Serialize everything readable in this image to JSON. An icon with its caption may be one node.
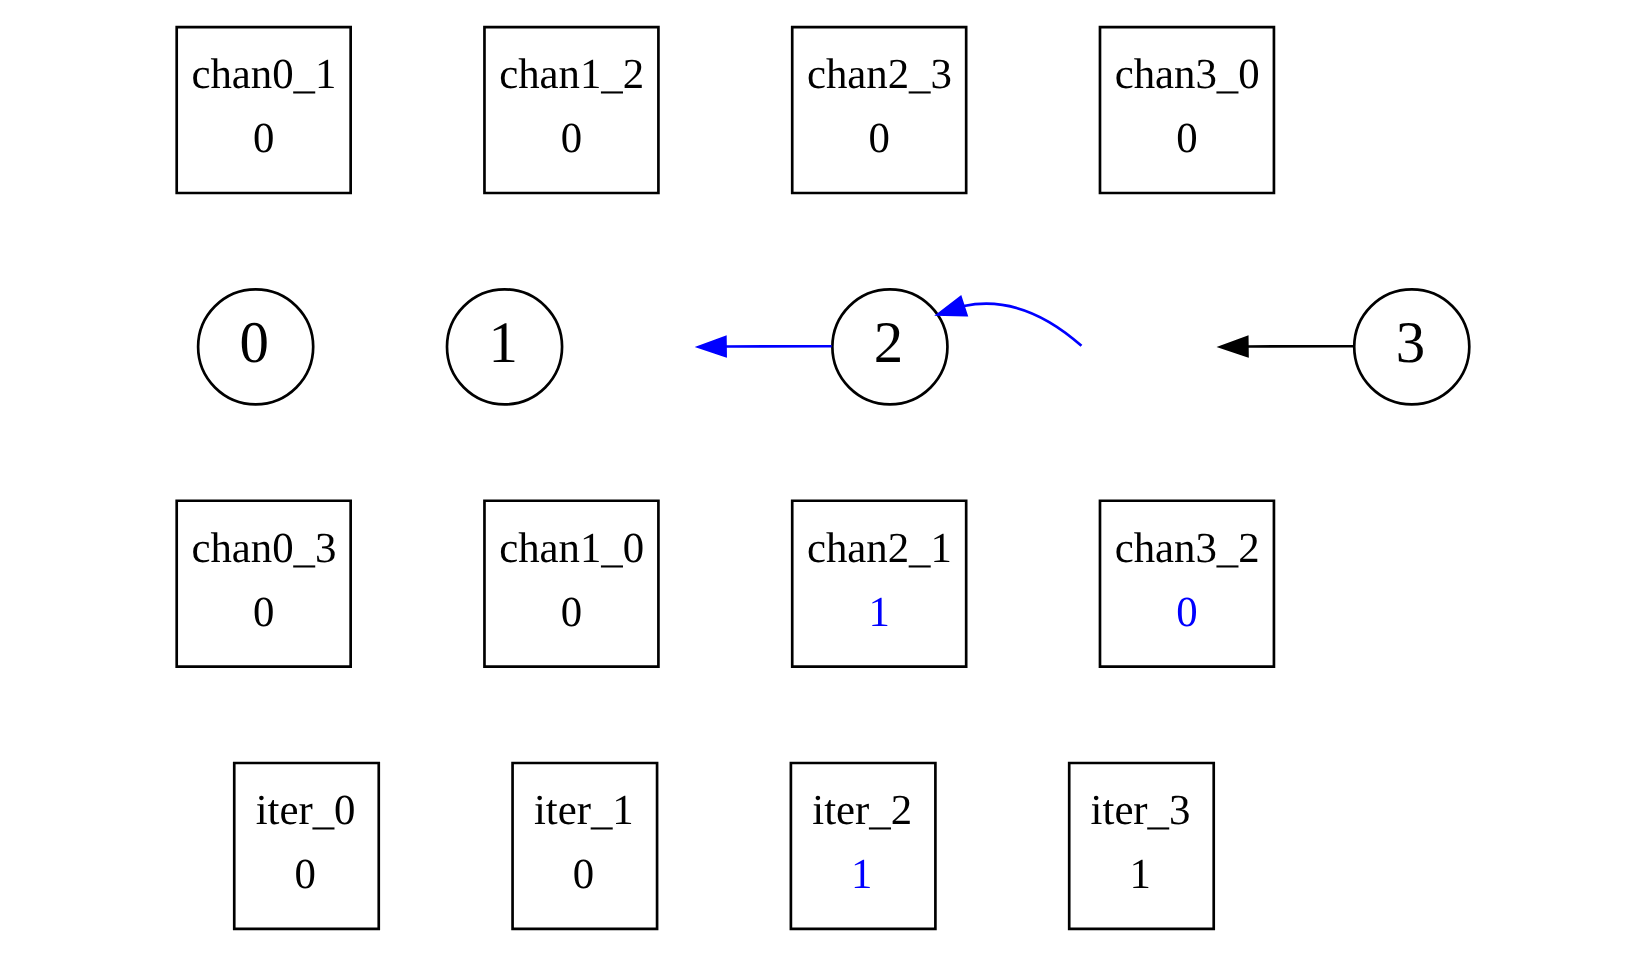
{
  "diagram": {
    "nodes": [
      {
        "text": [
          "chan0_1",
          "0"
        ]
      },
      {
        "text": [
          "chan1_2",
          "0"
        ]
      },
      {
        "text": [
          "chan2_3",
          "0"
        ]
      },
      {
        "text": [
          "chan3_0",
          "0"
        ]
      },
      {
        "text": [
          "0"
        ]
      },
      {
        "text": [
          "1"
        ]
      },
      {
        "text": [
          "2"
        ]
      },
      {
        "text": [
          "3"
        ]
      },
      {
        "text": [
          "chan0_3",
          "0"
        ]
      },
      {
        "text": [
          "chan1_0",
          "0"
        ]
      },
      {
        "text": [
          "chan2_1",
          "1"
        ]
      },
      {
        "text": [
          "chan3_2",
          "0"
        ]
      },
      {
        "text": [
          "iter_0",
          "0"
        ]
      },
      {
        "text": [
          "iter_1",
          "0"
        ]
      },
      {
        "text": [
          "iter_2",
          "1"
        ]
      },
      {
        "text": [
          "iter_3",
          "1"
        ]
      }
    ],
    "edges": [
      {
        "from": null,
        "to": 6,
        "arrow": "to",
        "color": "#0000ff"
      },
      {
        "from": 6,
        "to": null,
        "arrow": "to",
        "color": "#0000ff"
      },
      {
        "from": 7,
        "to": null,
        "arrow": "to",
        "color": "#000000"
      }
    ]
  }
}
